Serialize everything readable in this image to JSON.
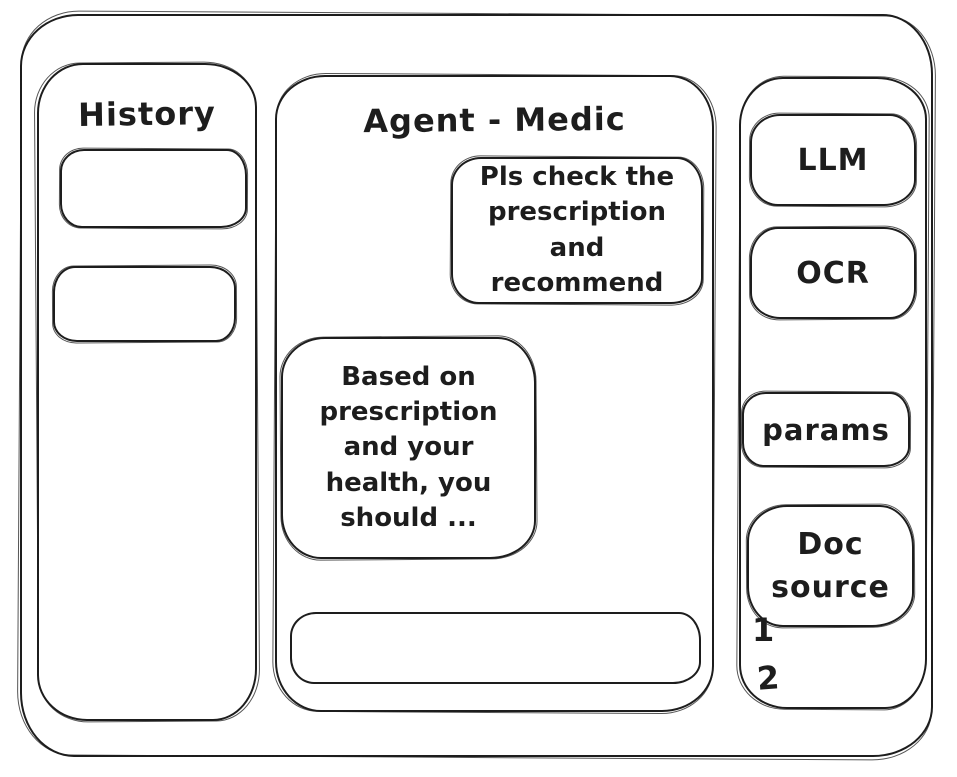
{
  "canvas": {
    "background": "#ffffff",
    "stroke_color": "#1d1d1d"
  },
  "history_panel": {
    "title": "History",
    "items": [
      {
        "label": ""
      },
      {
        "label": ""
      }
    ]
  },
  "chat_panel": {
    "title": "Agent - Medic",
    "messages": [
      {
        "role": "user",
        "text": "Pls check the prescription and recommend"
      },
      {
        "role": "agent",
        "text": "Based on prescription and your health, you should ..."
      }
    ],
    "input": {
      "value": "",
      "placeholder": ""
    }
  },
  "tools_panel": {
    "buttons": [
      {
        "label": "LLM"
      },
      {
        "label": "OCR"
      },
      {
        "label": "params"
      },
      {
        "label": "Doc source"
      }
    ],
    "doc_source_items": [
      "1",
      "2"
    ]
  }
}
